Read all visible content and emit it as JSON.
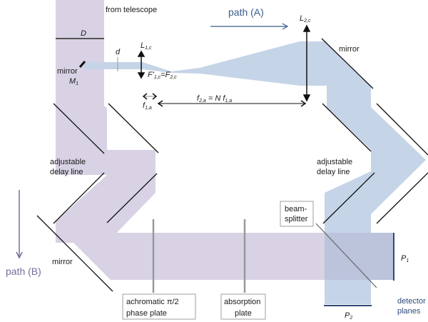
{
  "title": "Optical interferometer setup with two beam paths",
  "colors": {
    "path_a_beam": "#c6d4e8",
    "path_b_beam": "#d8d2e4",
    "overlap": "#bcc4dc",
    "path_a_arrow": "#3a5c8c",
    "path_b_arrow": "#7a6a9c",
    "detector_line": "#2e4a78",
    "plate_line": "#999999"
  },
  "labels": {
    "from_telescope": "from telescope",
    "D": "D",
    "d": "d",
    "mirror_m1": "mirror",
    "M1_main": "M",
    "M1_sub": "1",
    "L1c_main": "L",
    "L1c_sub": "1,c",
    "F_eq_1": "F'",
    "F_eq_1_sub": "1,c",
    "F_eq_eq": "=F",
    "F_eq_2_sub": "2,c",
    "f1a_main": "f",
    "f1a_sub": "1,a",
    "f2a_main": "f",
    "f2a_sub": "2,a",
    "f2a_rest": " = N f",
    "f2a_rest_sub": "1,a",
    "L2c_main": "L",
    "L2c_sub": "2,c",
    "path_a": "path (A)",
    "path_b": "path (B)",
    "mirror_right": "mirror",
    "mirror_bottom_left": "mirror",
    "delay_left_1": "adjustable",
    "delay_left_2": "delay line",
    "delay_right_1": "adjustable",
    "delay_right_2": "delay line",
    "beamsplitter_1": "beam-",
    "beamsplitter_2": "splitter",
    "phase_plate_1": "achromatic π/2",
    "phase_plate_2": "phase plate",
    "absorption_1": "absorption",
    "absorption_2": "plate",
    "P1_main": "P",
    "P1_sub": "1",
    "P2_main": "P",
    "P2_sub": "2",
    "detector_1": "detector",
    "detector_2": "planes"
  }
}
